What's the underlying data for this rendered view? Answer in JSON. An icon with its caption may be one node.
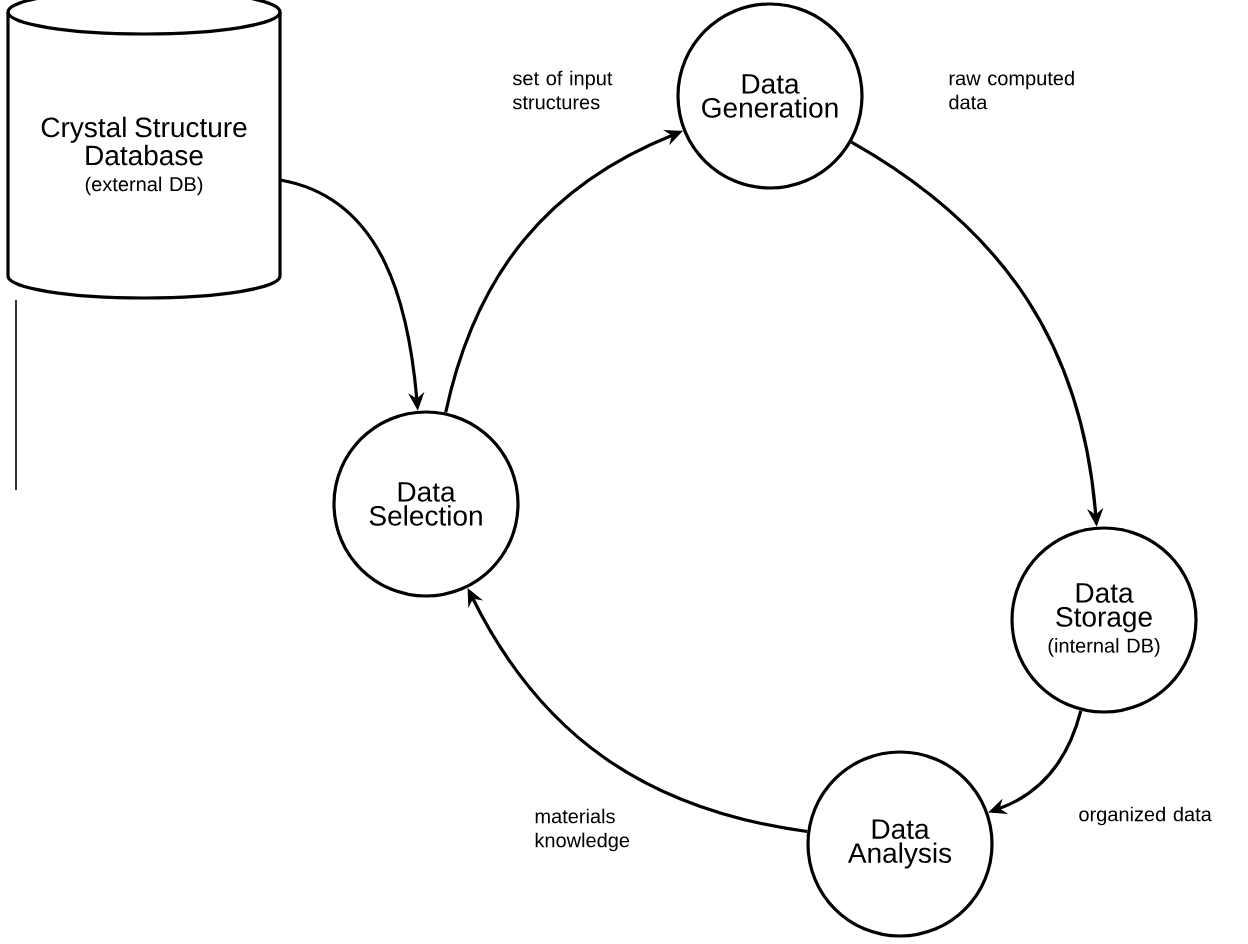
{
  "diagram": {
    "nodes": [
      {
        "text": [
          "Crystal Structure Database",
          "(external DB)"
        ]
      },
      {
        "text": [
          "Data Selection"
        ]
      },
      {
        "text": [
          "Data Generation"
        ]
      },
      {
        "text": [
          "Data Storage",
          "(internal DB)"
        ]
      },
      {
        "text": [
          "Data Analysis"
        ]
      }
    ],
    "edges": [
      {
        "from": 0,
        "to": 1,
        "arrow": "to"
      },
      {
        "from": 1,
        "to": 2,
        "arrow": "to",
        "label": "set of input structures"
      },
      {
        "from": 2,
        "to": 3,
        "arrow": "to",
        "label": "raw computed data"
      },
      {
        "from": 3,
        "to": 4,
        "arrow": "to",
        "label": "organized data"
      },
      {
        "from": 4,
        "to": 1,
        "arrow": "to",
        "label": "materials knowledge"
      }
    ]
  }
}
